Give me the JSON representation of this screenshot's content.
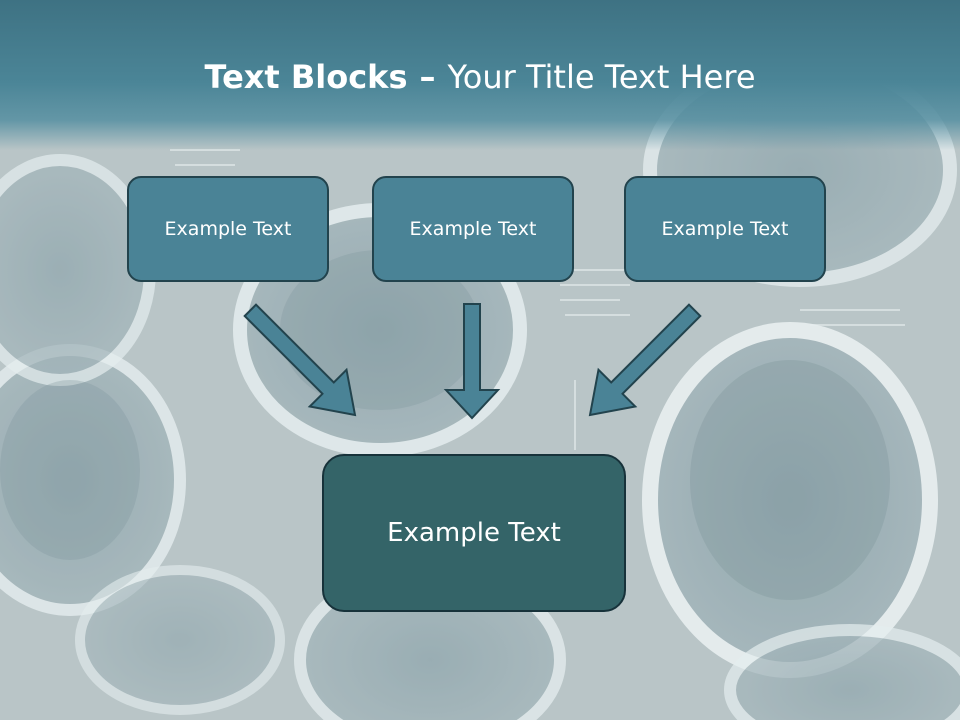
{
  "title": {
    "bold": "Text Blocks",
    "separator": "–",
    "normal": "Your Title Text Here"
  },
  "blocks": {
    "left": "Example Text",
    "middle": "Example Text",
    "right": "Example Text",
    "center": "Example Text"
  },
  "colors": {
    "header": "#4b8597",
    "small_box_fill": "#4a8396",
    "big_box_fill": "#346468",
    "arrow_fill": "#4a8396",
    "text": "#ffffff"
  }
}
